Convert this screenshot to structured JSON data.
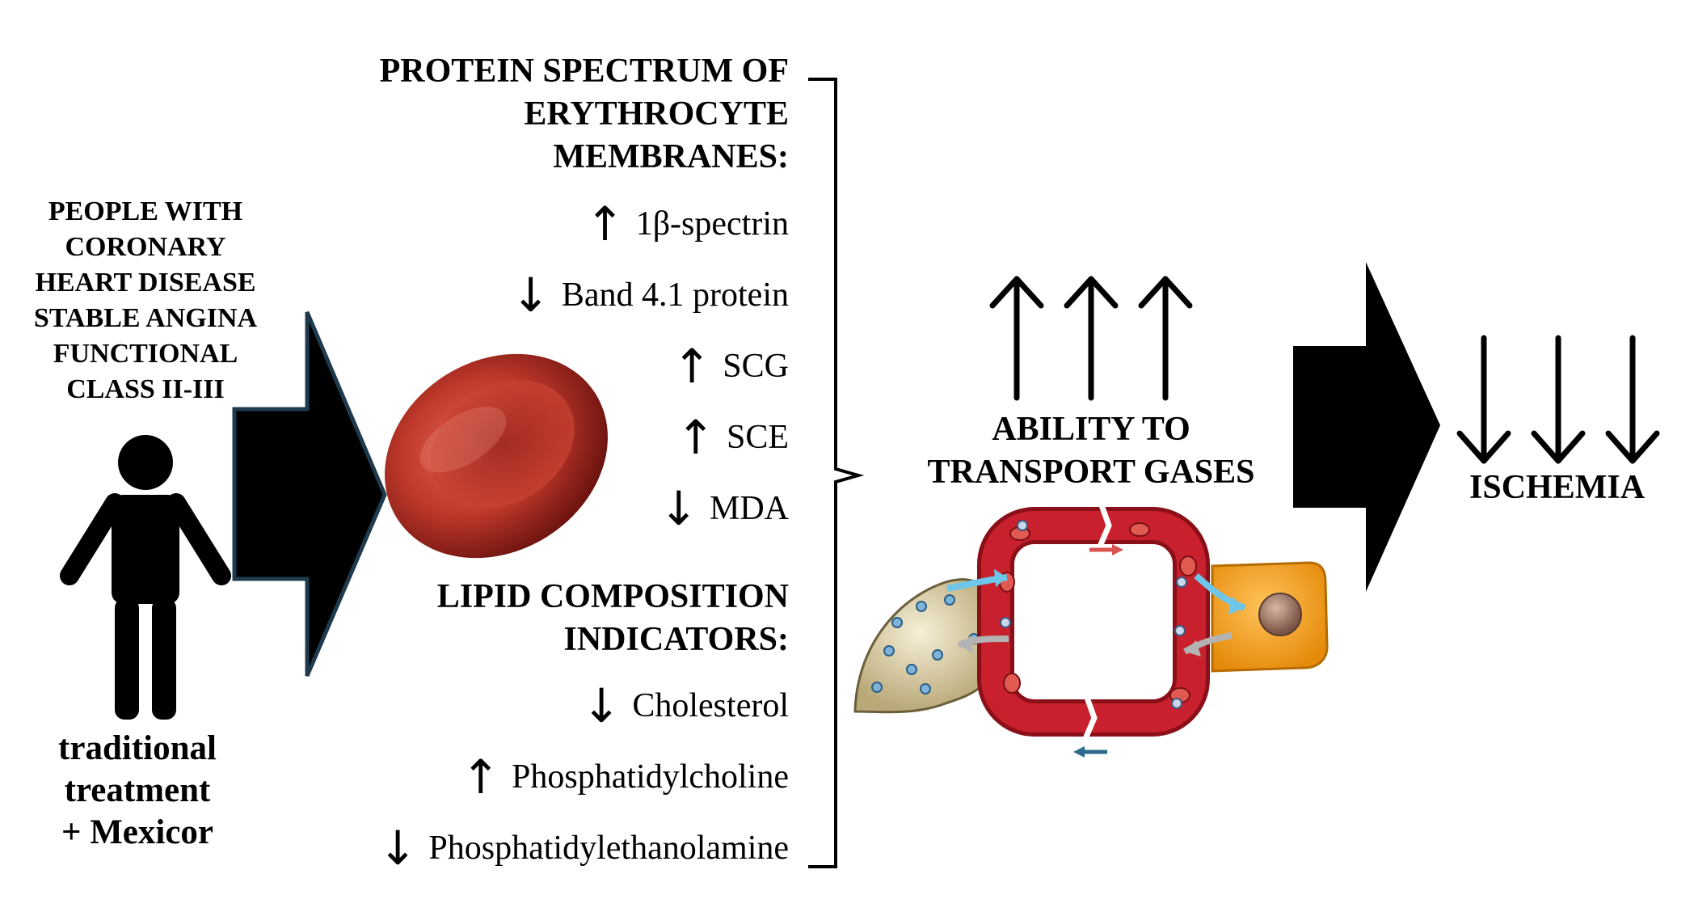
{
  "patient": {
    "lines": [
      "PEOPLE WITH",
      "CORONARY",
      "HEART DISEASE",
      "STABLE ANGINA",
      "FUNCTIONAL",
      "CLASS II-III"
    ],
    "icon": "person-icon",
    "treatment_lines": [
      "traditional",
      "treatment",
      "+ Mexicor"
    ]
  },
  "protein_section": {
    "heading_lines": [
      "PROTEIN SPECTRUM OF",
      "ERYTHROCYTE",
      "MEMBRANES:"
    ],
    "indicators": [
      {
        "direction": "up",
        "arrow": "↑",
        "label": "1β-spectrin"
      },
      {
        "direction": "down",
        "arrow": "↓",
        "label": "Band 4.1 protein"
      },
      {
        "direction": "up",
        "arrow": "↑",
        "label": "SCG"
      },
      {
        "direction": "up",
        "arrow": "↑",
        "label": "SCE"
      },
      {
        "direction": "down",
        "arrow": "↓",
        "label": "MDA"
      }
    ]
  },
  "lipid_section": {
    "heading_lines": [
      "LIPID COMPOSITION",
      "INDICATORS:"
    ],
    "indicators": [
      {
        "direction": "down",
        "arrow": "↓",
        "label": "Cholesterol"
      },
      {
        "direction": "up",
        "arrow": "↑",
        "label": "Phosphatidylcholine"
      },
      {
        "direction": "down",
        "arrow": "↓",
        "label": "Phosphatidylethanolamine"
      }
    ]
  },
  "gas_transport": {
    "lines": [
      "ABILITY TO",
      "TRANSPORT GASES"
    ],
    "direction": "up",
    "arrow_count": 3
  },
  "ischemia": {
    "label": "ISCHEMIA",
    "direction": "down",
    "arrow_count": 3
  },
  "icons": [
    "person-icon",
    "erythrocyte-icon",
    "capillary-exchange-icon"
  ],
  "colors": {
    "text": "#000000",
    "arrow_fill": "#000000",
    "arrow_outline": "#1f3a4d",
    "erythrocyte": "#c0392b",
    "vessel": "#b3121f",
    "alveolus": "#e8dcb5",
    "tissue_cell": "#f39c12"
  }
}
